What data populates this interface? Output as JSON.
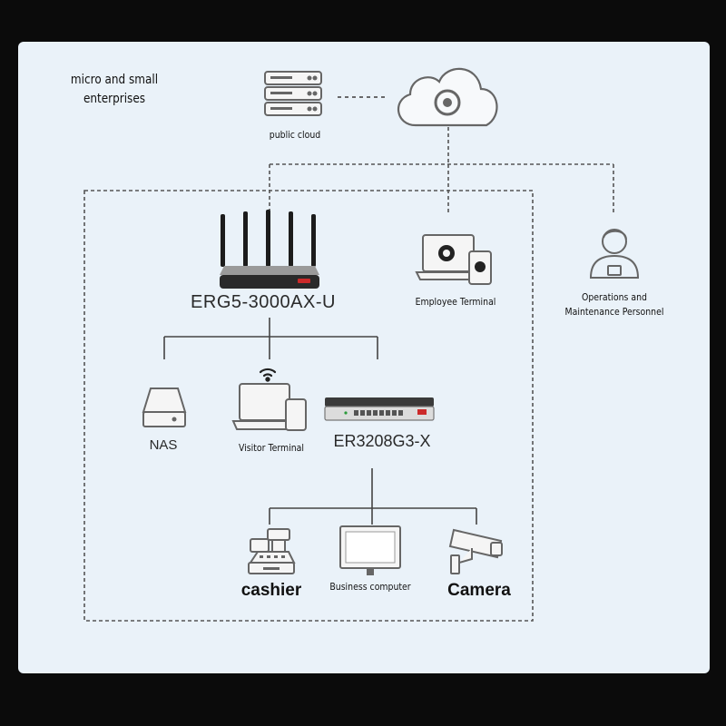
{
  "diagram": {
    "scenario_label": "micro and small enterprises",
    "nodes": {
      "public_cloud": "public cloud",
      "employee_terminal": "Employee Terminal",
      "ops_personnel": "Operations and Maintenance Personnel",
      "router_model": "ERG5-3000AX-U",
      "nas": "NAS",
      "visitor_terminal": "Visitor Terminal",
      "switch_model": "ER3208G3-X",
      "cashier": "cashier",
      "business_computer": "Business computer",
      "camera": "Camera"
    }
  },
  "colors": {
    "panel_background": "#eaf2f9",
    "frame_background": "#0b0b0b",
    "icon_stroke": "#555555",
    "line": "#444444",
    "router_accent": "#cc2a2a"
  }
}
